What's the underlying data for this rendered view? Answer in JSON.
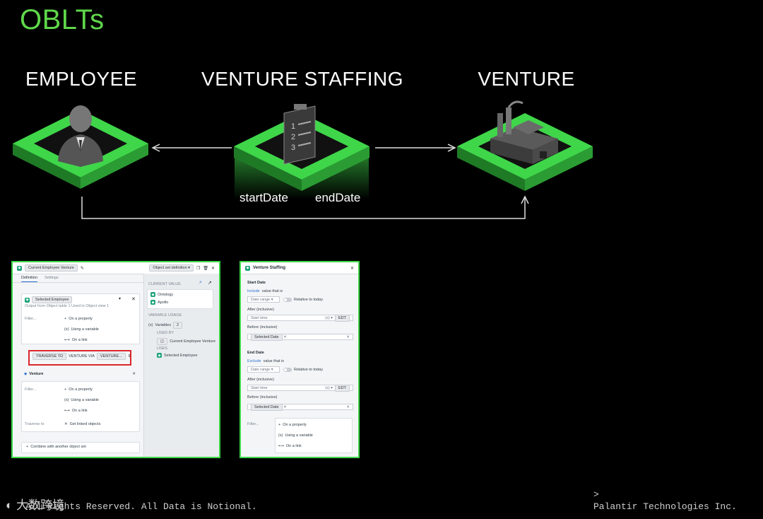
{
  "slide": {
    "title": "OBLTs",
    "footer_left": "All Rights Reserved. All Data is Notional.",
    "footer_caret": ">",
    "footer_right": "Palantir Technologies Inc.",
    "watermark": "大数跨境"
  },
  "diagram": {
    "nodes": [
      {
        "label": "EMPLOYEE",
        "icon": "person-icon"
      },
      {
        "label": "VENTURE STAFFING",
        "icon": "clipboard-icon"
      },
      {
        "label": "VENTURE",
        "icon": "factory-icon"
      }
    ],
    "start_date": "startDate",
    "end_date": "endDate",
    "accent": "#3fd64a"
  },
  "left_panel": {
    "title": "Current Employee Venture",
    "mode": "Object set definition",
    "tabs": [
      "Definition",
      "Settings"
    ],
    "selected_source": "Selected Employee",
    "source_meta": "Output from Object table 1  Used in Object view 1",
    "filter_label": "Filter...",
    "on_property": "On a property",
    "using_variable": "Using a variable",
    "on_link": "On a link",
    "traverse_to": "TRAVERSE TO",
    "traverse_via": "VENTURE VIA",
    "traverse_link": "VENTURE...",
    "venture_label": "Venture",
    "traverse_label": "Traverse to",
    "get_linked": "Get linked objects",
    "combine": "Combine with another object set",
    "current_value": "CURRENT VALUE",
    "ontology": "Ontology",
    "apollo": "Apollo",
    "variable_usage": "VARIABLE USAGE",
    "variables": "Variables",
    "variables_count": "2",
    "used_by": "USED BY",
    "used_by_item": "Current Employee Venture",
    "uses": "USES",
    "uses_item": "Selected Employee"
  },
  "right_panel": {
    "title": "Venture Staffing",
    "start_section": "Start Date",
    "start_include_a": "Include",
    "start_include_b": " value that is",
    "date_range": "Date range",
    "relative": "Relative to today",
    "after": "After (inclusive)",
    "start_time": "Start time",
    "tz": "EDT",
    "before": "Before (inclusive)",
    "selected_date": "Selected Date",
    "end_section": "End Date",
    "end_include_a": "Exclude",
    "end_include_b": " value that is",
    "filter_label": "Filter...",
    "on_property": "On a property",
    "using_variable": "Using a variable",
    "on_link": "On a link"
  }
}
